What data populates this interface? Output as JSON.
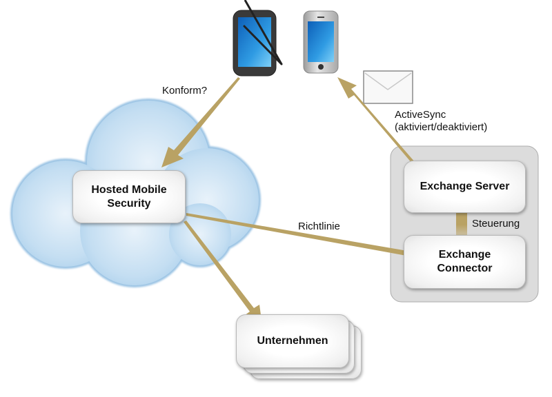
{
  "diagram": {
    "nodes": {
      "hosted": {
        "label_line1": "Hosted Mobile",
        "label_line2": "Security"
      },
      "exchange_server": {
        "label": "Exchange Server"
      },
      "exchange_connector": {
        "label_line1": "Exchange",
        "label_line2": "Connector"
      },
      "company": {
        "label": "Unternehmen"
      }
    },
    "edges": {
      "compliance": {
        "label": "Konform?"
      },
      "activesync": {
        "label_line1": "ActiveSync",
        "label_line2": "(aktiviert/deaktiviert)"
      },
      "policy": {
        "label": "Richtlinie"
      },
      "control": {
        "label": "Steuerung"
      }
    },
    "icons": [
      "tablet-icon",
      "smartphone-icon",
      "envelope-icon",
      "cloud-icon"
    ],
    "colors": {
      "arrow": "#b9a264",
      "cloud": "#b9d9ef",
      "group": "#dcdcdc"
    }
  }
}
